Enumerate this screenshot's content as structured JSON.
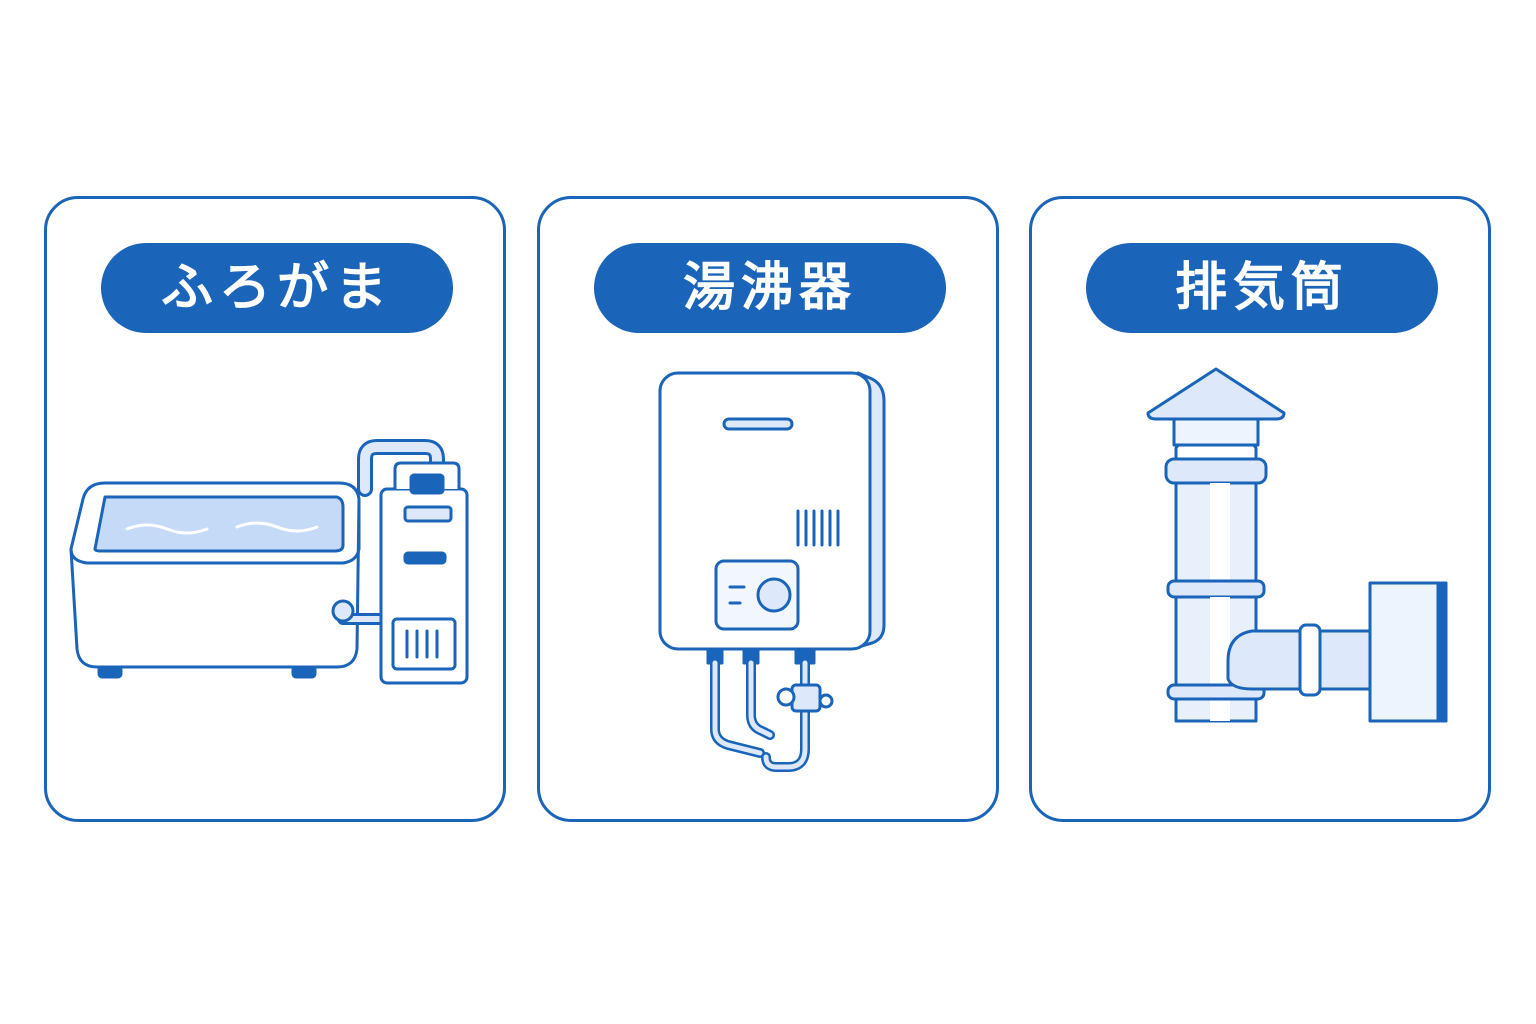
{
  "cards": [
    {
      "label": "ふろがま",
      "icon": "bathtub-with-boiler-icon"
    },
    {
      "label": "湯沸器",
      "icon": "water-heater-icon"
    },
    {
      "label": "排気筒",
      "icon": "exhaust-pipe-icon"
    }
  ],
  "colors": {
    "primary": "#1a64b9",
    "light_fill": "#dde9fb",
    "water": "#c5daf6",
    "background": "#ffffff"
  }
}
